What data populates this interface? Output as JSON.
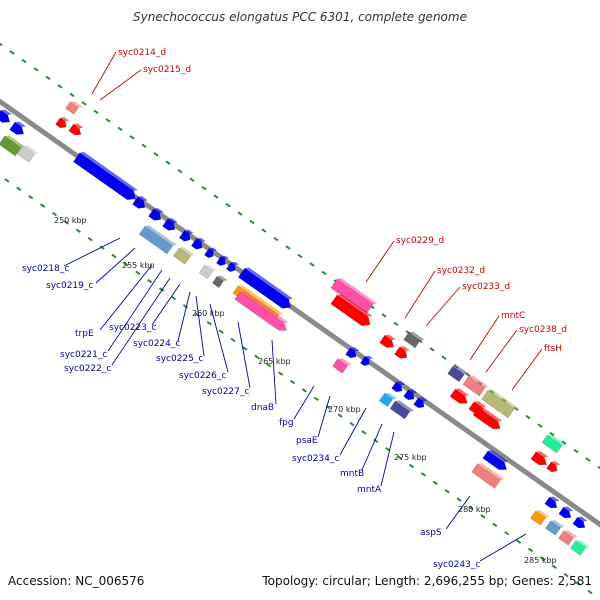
{
  "title": "Synechococcus elongatus PCC 6301, complete genome",
  "footer": {
    "accession": "Accession: NC_006576",
    "summary": "Topology: circular; Length: 2,696,255 bp; Genes: 2,581"
  },
  "colors": {
    "forward_label": "#cc0000",
    "reverse_label": "#0000aa",
    "backbone": "#808080",
    "tick": "#2e8b2e",
    "gene_blue": "#0000ee",
    "gene_red": "#ff0000",
    "gene_pink": "#ff4fa8",
    "gene_lightred": "#f08080",
    "gene_olive": "#b8b878",
    "gene_gray": "#909090",
    "gene_darkgray": "#666666",
    "gene_navy": "#4a4a9a",
    "gene_cyan": "#22aaee",
    "gene_steel": "#6699cc",
    "gene_orange": "#ff9900",
    "gene_mint": "#22ee99",
    "gene_green": "#669933"
  },
  "kbp_labels": [
    "250 kbp",
    "255 kbp",
    "260 kbp",
    "265 kbp",
    "270 kbp",
    "275 kbp",
    "280 kbp",
    "285 kbp"
  ],
  "forward_genes": [
    "syc0214_d",
    "syc0215_d",
    "syc0229_d",
    "syc0232_d",
    "syc0233_d",
    "mntC",
    "syc0238_d",
    "ftsH"
  ],
  "reverse_genes": [
    "syc0218_c",
    "syc0219_c",
    "trpE",
    "syc0223_c",
    "syc0221_c",
    "syc0224_c",
    "syc0222_c",
    "syc0225_c",
    "syc0226_c",
    "syc0227_c",
    "dnaB",
    "fpg",
    "psaE",
    "syc0234_c",
    "mntB",
    "mntA",
    "aspS",
    "syc0243_c"
  ]
}
